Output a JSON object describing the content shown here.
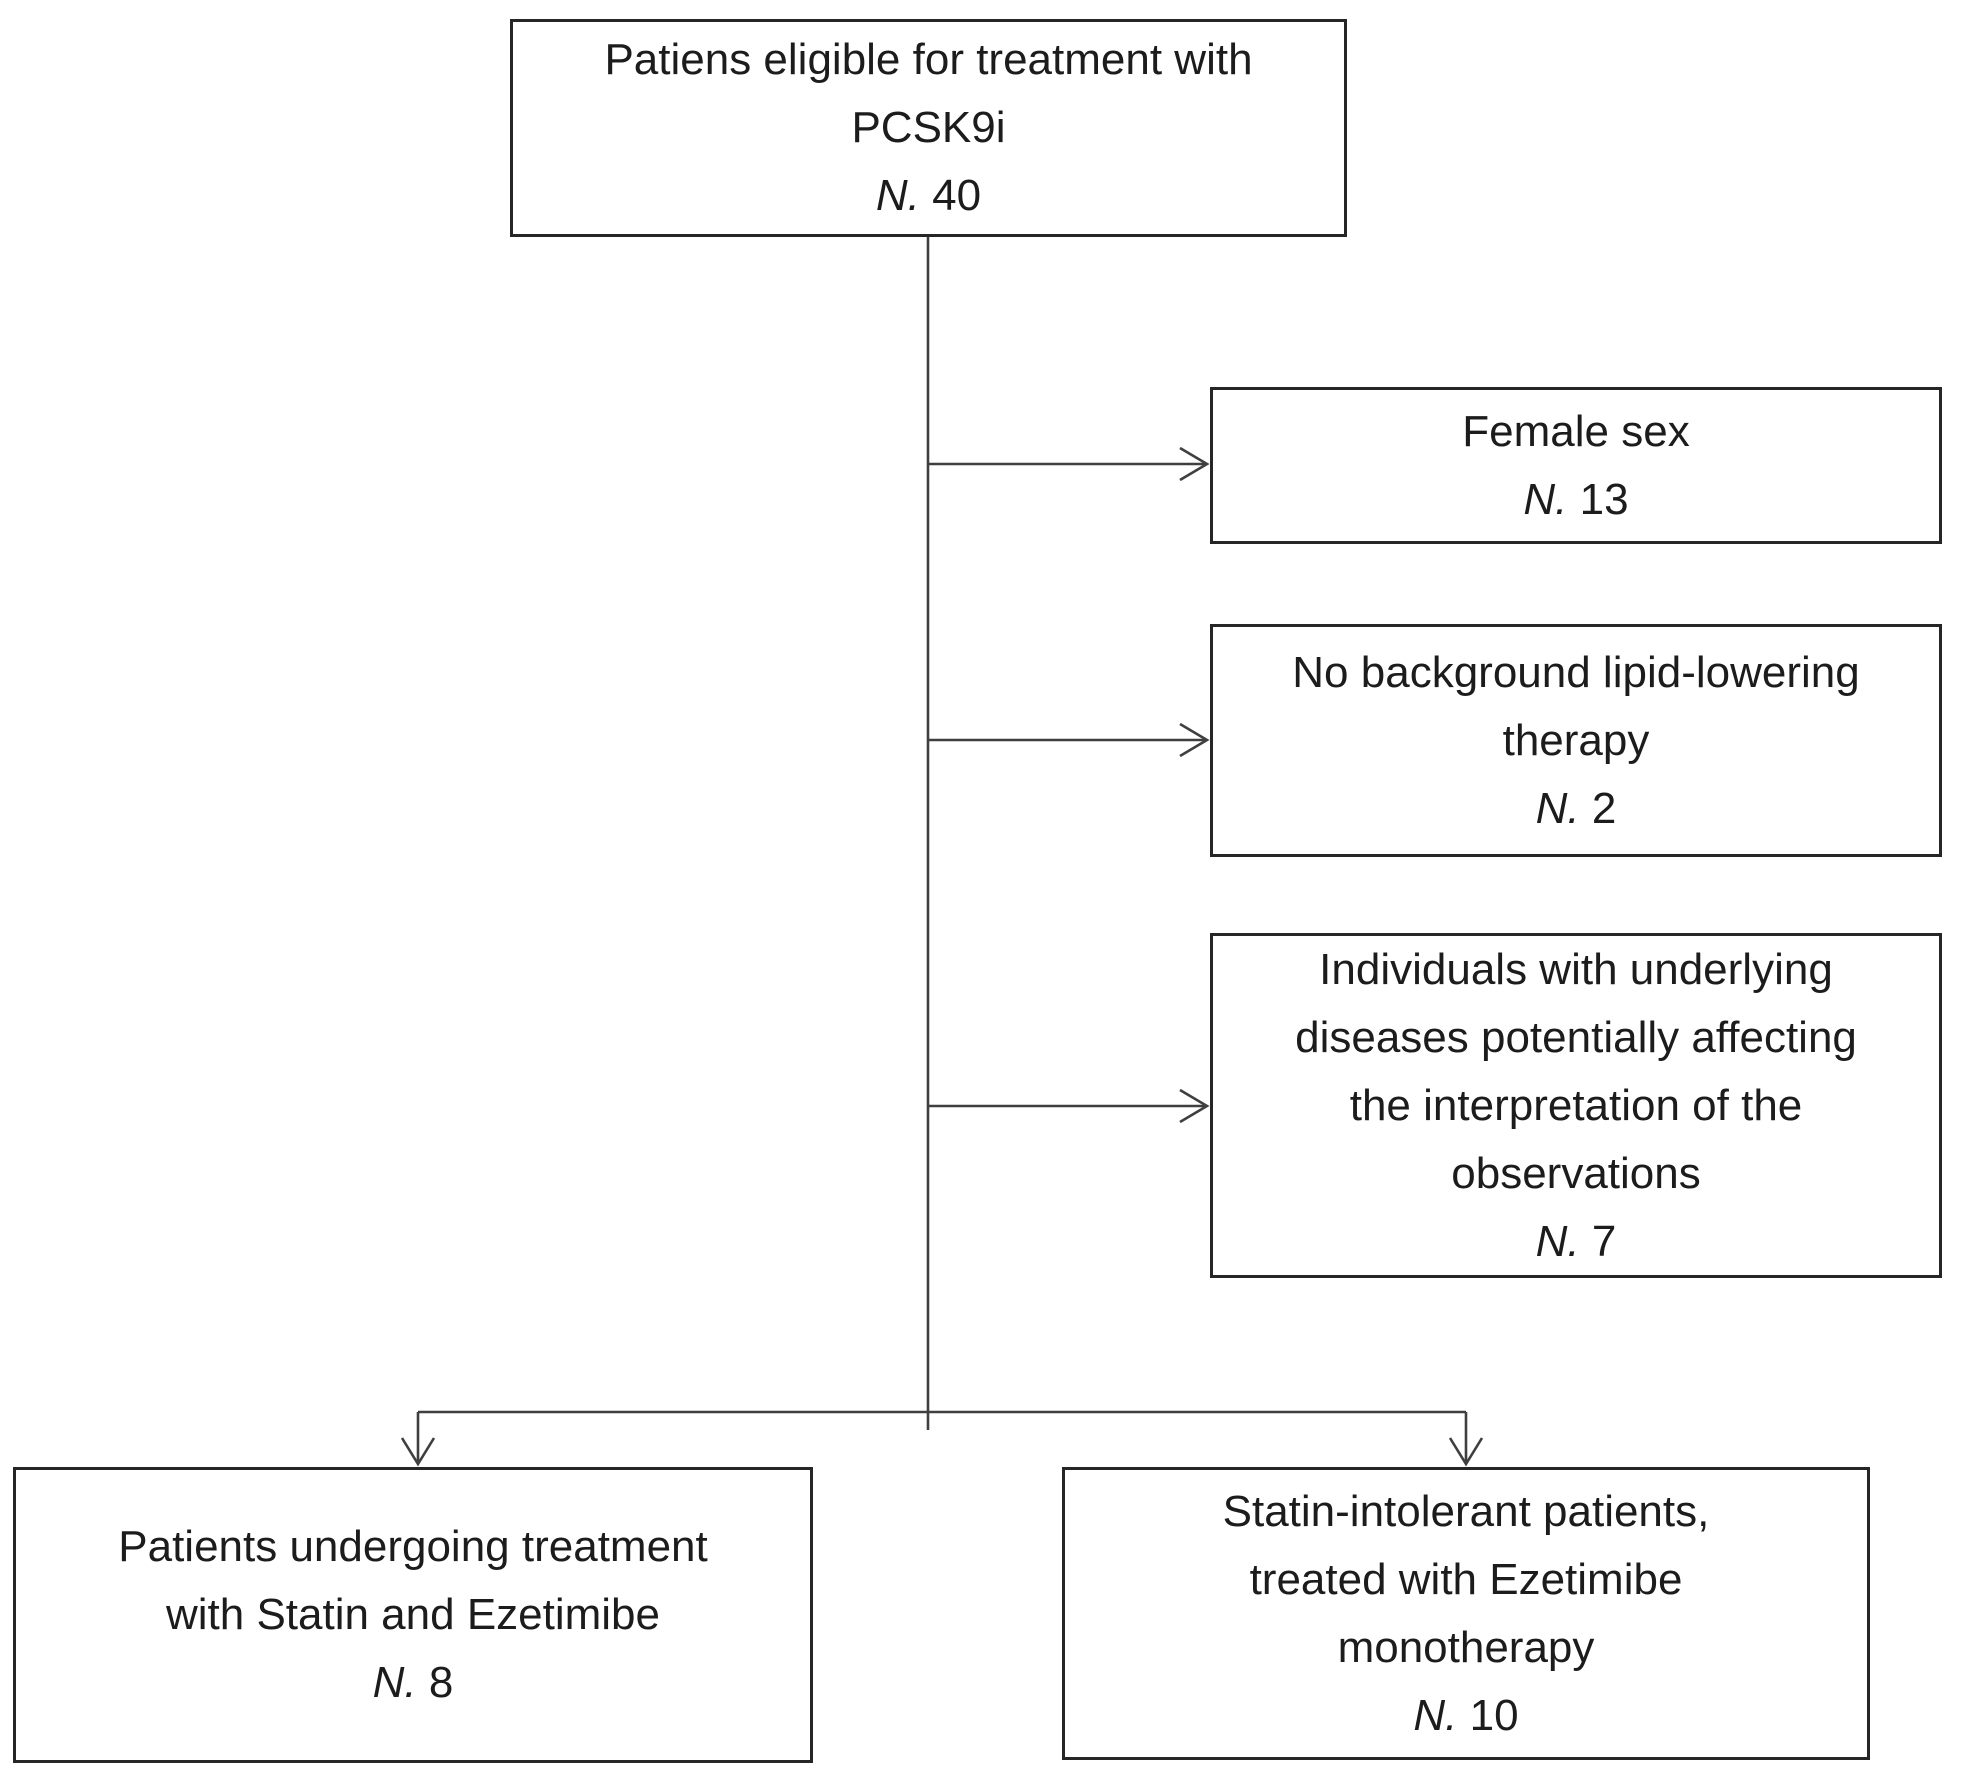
{
  "diagram": {
    "boxes": {
      "top": {
        "lines": [
          "Patiens eligible for treatment with",
          "PCSK9i"
        ],
        "n_label": "N.",
        "count": "40"
      },
      "female_sex": {
        "lines": [
          "Female sex"
        ],
        "n_label": "N.",
        "count": "13"
      },
      "no_background_therapy": {
        "lines": [
          "No background lipid-lowering",
          "therapy"
        ],
        "n_label": "N.",
        "count": "2"
      },
      "underlying_diseases": {
        "lines": [
          "Individuals with underlying",
          "diseases potentially affecting",
          "the interpretation of the",
          "observations"
        ],
        "n_label": "N.",
        "count": "7"
      },
      "statin_ezetimibe": {
        "lines": [
          "Patients undergoing treatment",
          "with Statin and Ezetimibe"
        ],
        "n_label": "N.",
        "count": "8"
      },
      "ezetimibe_monotherapy": {
        "lines": [
          "Statin-intolerant patients,",
          "treated with Ezetimibe",
          "monotherapy"
        ],
        "n_label": "N.",
        "count": "10"
      }
    },
    "colors": {
      "box_border": "#262626",
      "connector": "#3f3f3f",
      "text": "#1c1c1c",
      "background": "#ffffff"
    }
  }
}
